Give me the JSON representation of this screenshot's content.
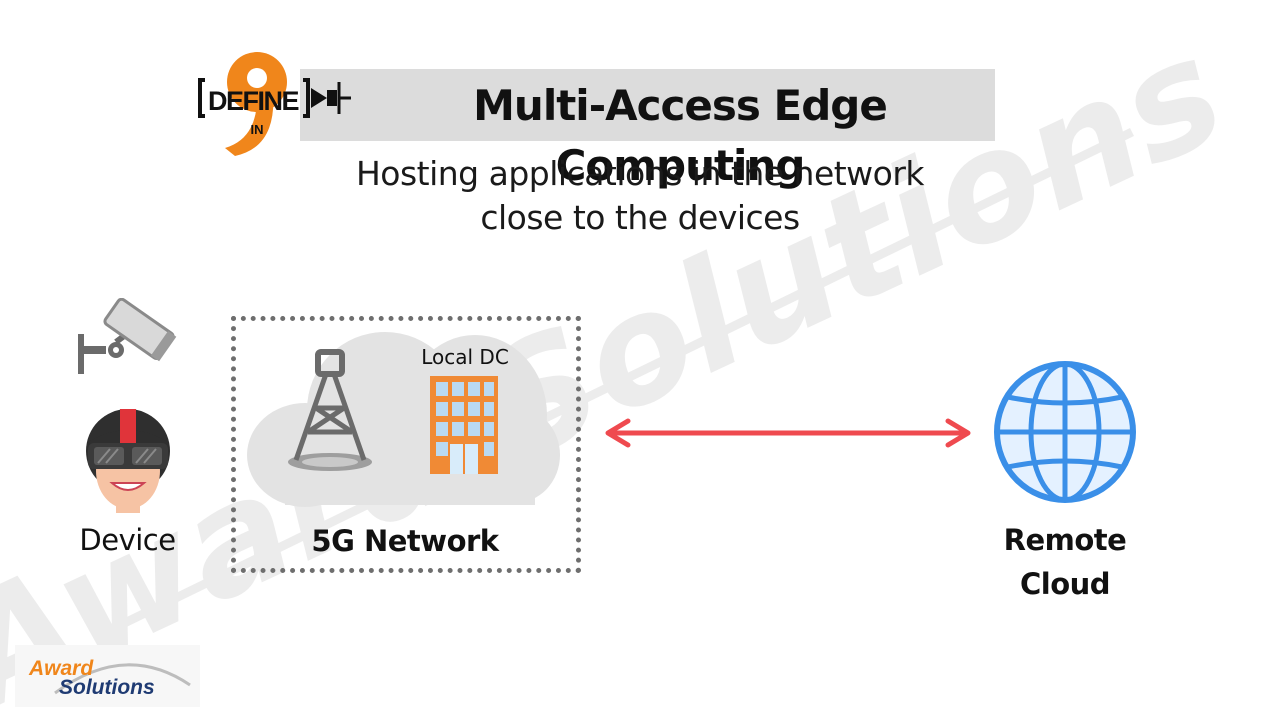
{
  "title": "Multi-Access Edge Computing",
  "subtitle_lines": [
    "Hosting applications in the network",
    "close to the devices"
  ],
  "logo_define": {
    "word": "DEFINE",
    "in": "IN",
    "number": "9"
  },
  "watermark_text": "Award Solutions",
  "labels": {
    "device": "Device",
    "network": "5G Network",
    "local_dc": "Local DC",
    "remote": "Remote Cloud"
  },
  "brand_logo": {
    "line1": "Award",
    "line2": "Solutions"
  },
  "colors": {
    "title_bar": "#dcdcdc",
    "arrow": "#ef4a4f",
    "globe": "#3a8fe8",
    "building": "#f08a35",
    "logo_orange": "#f0861b",
    "dotted_border": "#6e6e6e"
  }
}
